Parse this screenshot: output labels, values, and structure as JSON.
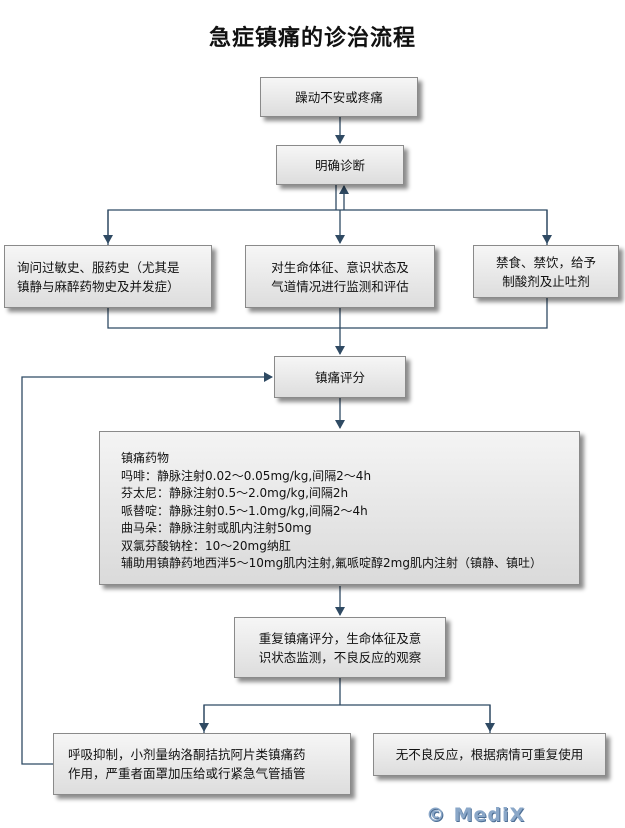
{
  "title": "急症镇痛的诊治流程",
  "boxes": {
    "agitation": "躁动不安或疼痛",
    "diagnosis": "明确诊断",
    "history": "询问过敏史、服药史（尤其是\n镇静与麻醉药物史及并发症）",
    "monitor": "对生命体征、意识状态及\n气道情况进行监测和评估",
    "fasting": "禁食、禁饮，给予\n制酸剂及止吐剂",
    "score": "镇痛评分",
    "drugs": {
      "heading": "镇痛药物",
      "items": [
        "吗啡：静脉注射0.02～0.05mg/kg,间隔2～4h",
        "芬太尼：静脉注射0.5～2.0mg/kg,间隔2h",
        "哌替啶：静脉注射0.5～1.0mg/kg,间隔2～4h",
        "曲马朵：静脉注射或肌内注射50mg",
        "双氯芬酸钠栓：10～20mg纳肛",
        "辅助用镇静药地西泮5～10mg肌内注射,氟哌啶醇2mg肌内注射（镇静、镇吐）"
      ]
    },
    "repeat": "重复镇痛评分，生命体征及意\n识状态监测，不良反应的观察",
    "respiratory": "呼吸抑制，小剂量纳洛酮拮抗阿片类镇痛药\n作用，严重者面罩加压给或行紧急气管插管",
    "no_adverse": "无不良反应，根据病情可重复使用"
  },
  "logo": "© MediX"
}
